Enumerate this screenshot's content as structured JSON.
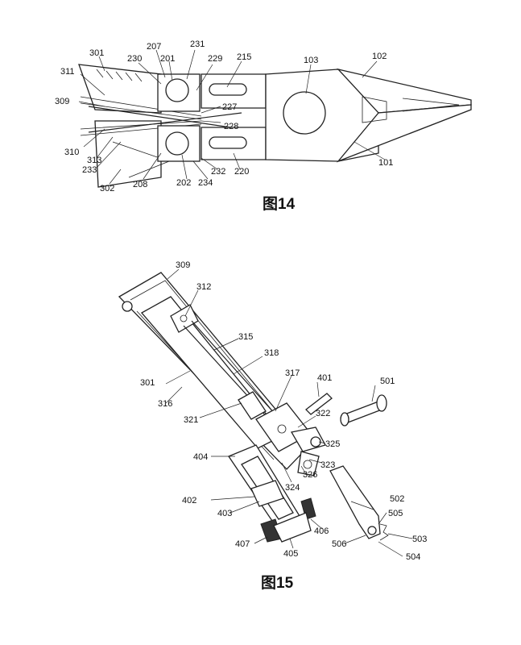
{
  "figures": [
    {
      "caption": "图14",
      "labels": [
        "301",
        "207",
        "231",
        "230",
        "201",
        "229",
        "215",
        "103",
        "102",
        "311",
        "309",
        "227",
        "228",
        "310",
        "313",
        "233",
        "302",
        "208",
        "202",
        "234",
        "232",
        "220",
        "101"
      ]
    },
    {
      "caption": "图15",
      "labels": [
        "309",
        "312",
        "315",
        "318",
        "301",
        "317",
        "401",
        "501",
        "316",
        "321",
        "322",
        "325",
        "404",
        "323",
        "326",
        "324",
        "402",
        "502",
        "403",
        "505",
        "406",
        "407",
        "405",
        "506",
        "503",
        "504"
      ]
    }
  ]
}
